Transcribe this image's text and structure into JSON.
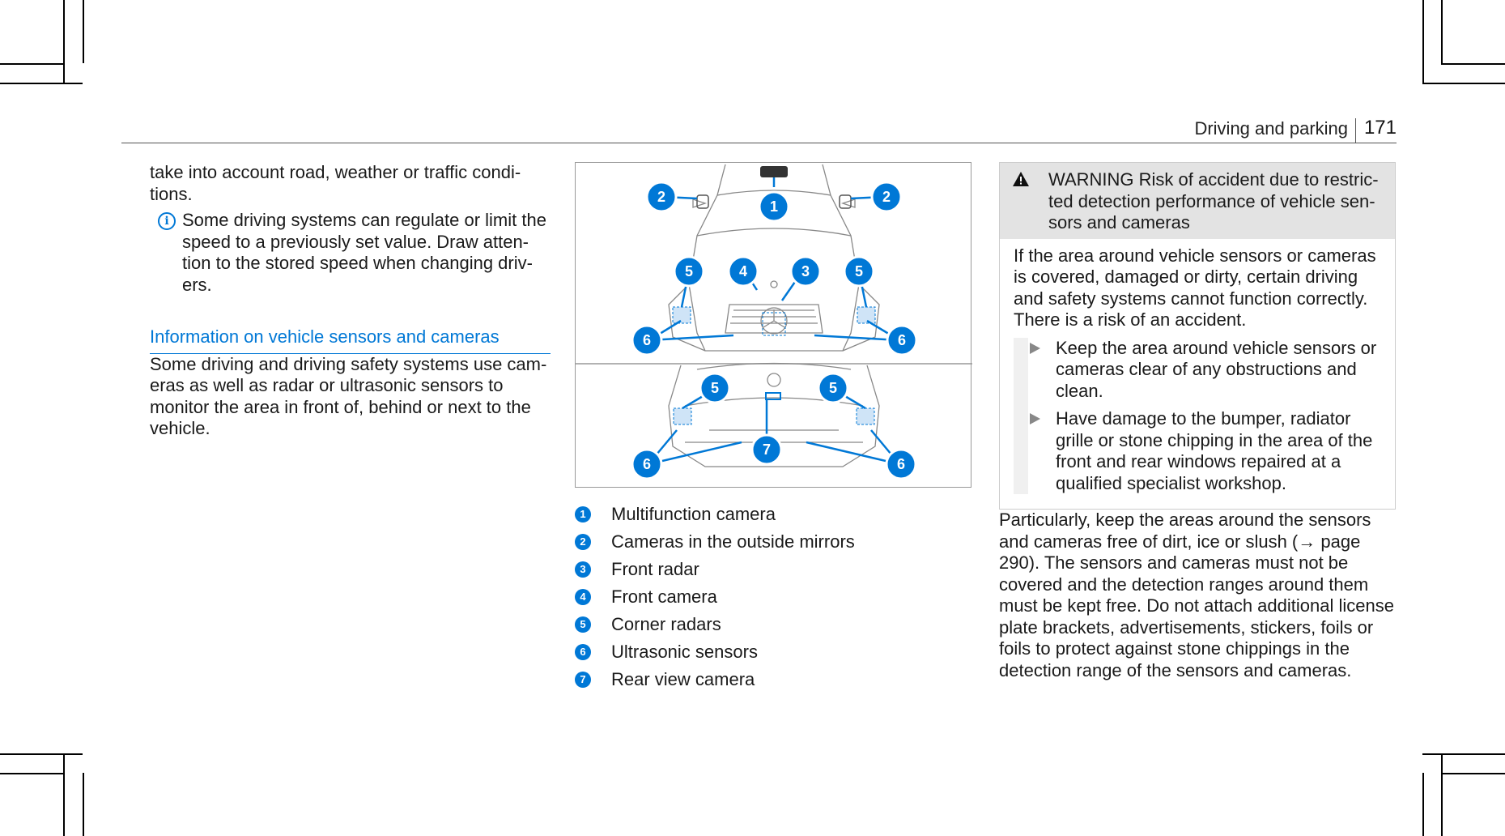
{
  "header": {
    "section": "Driving and parking",
    "page_number": "171"
  },
  "col1": {
    "lead_text": "take into account road, weather or traffic condi-tions.",
    "info_note": "Some driving systems can regulate or limit the speed to a previously set value. Draw atten-tion to the stored speed when changing driv-ers.",
    "info_icon": "info-icon",
    "heading": "Information on vehicle sensors and cameras",
    "intro": "Some driving and driving safety systems use cam-eras as well as radar or ultrasonic sensors to monitor the area in front of, behind or next to the vehicle."
  },
  "figure": {
    "accent_color": "#0078d6",
    "callouts": [
      "1",
      "2",
      "2",
      "3",
      "4",
      "5",
      "5",
      "6",
      "6",
      "5",
      "5",
      "6",
      "6",
      "7"
    ]
  },
  "legend": [
    {
      "num": "1",
      "text": "Multifunction camera"
    },
    {
      "num": "2",
      "text": "Cameras in the outside mirrors"
    },
    {
      "num": "3",
      "text": "Front radar"
    },
    {
      "num": "4",
      "text": "Front camera"
    },
    {
      "num": "5",
      "text": "Corner radars"
    },
    {
      "num": "6",
      "text": "Ultrasonic sensors"
    },
    {
      "num": "7",
      "text": "Rear view camera"
    }
  ],
  "warning": {
    "label": "WARNING",
    "title": "Risk of accident due to restric-ted detection performance of vehicle sen-sors and cameras",
    "body": "If the area around vehicle sensors or cameras is covered, damaged or dirty, certain driving and safety systems cannot function correctly. There is a risk of an accident.",
    "steps": [
      "Keep the area around vehicle sensors or cameras clear of any obstructions and clean.",
      "Have damage to the bumper, radiator grille or stone chipping in the area of the front and rear windows repaired at a qualified specialist workshop."
    ]
  },
  "col3_after": "Particularly, keep the areas around the sensors and cameras free of dirt, ice or slush (→ page 290). The sensors and cameras must not be covered and the detection ranges around them must be kept free. Do not attach additional license plate brackets, advertisements, stickers, foils or foils to protect against stone chippings in the detection range of the sensors and cameras."
}
